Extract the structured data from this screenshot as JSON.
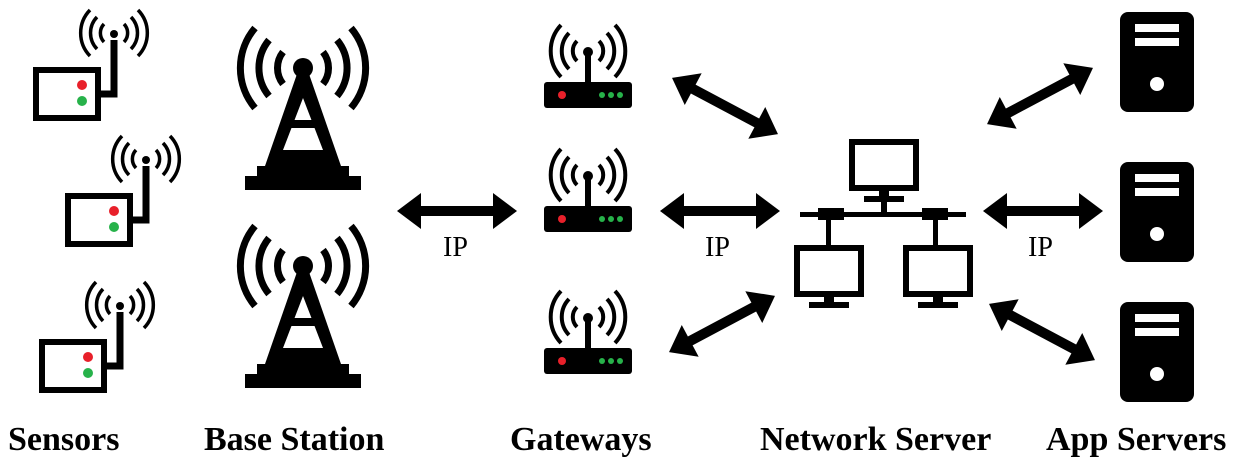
{
  "captions": {
    "sensors": "Sensors",
    "base_station": "Base Station",
    "gateways": "Gateways",
    "network_server": "Network Server",
    "app_servers": "App Servers"
  },
  "link_labels": {
    "base_to_gateway": "IP",
    "gateway_to_network": "IP",
    "network_to_app": "IP"
  },
  "colors": {
    "ink": "#000000",
    "led_red": "#e8202a",
    "led_green": "#27b24a"
  },
  "icons": {
    "sensor": "sensor-icon",
    "tower": "radio-tower-icon",
    "gateway": "gateway-router-icon",
    "monitor": "monitor-icon",
    "server": "server-tower-icon",
    "arrow": "double-arrow-icon"
  }
}
